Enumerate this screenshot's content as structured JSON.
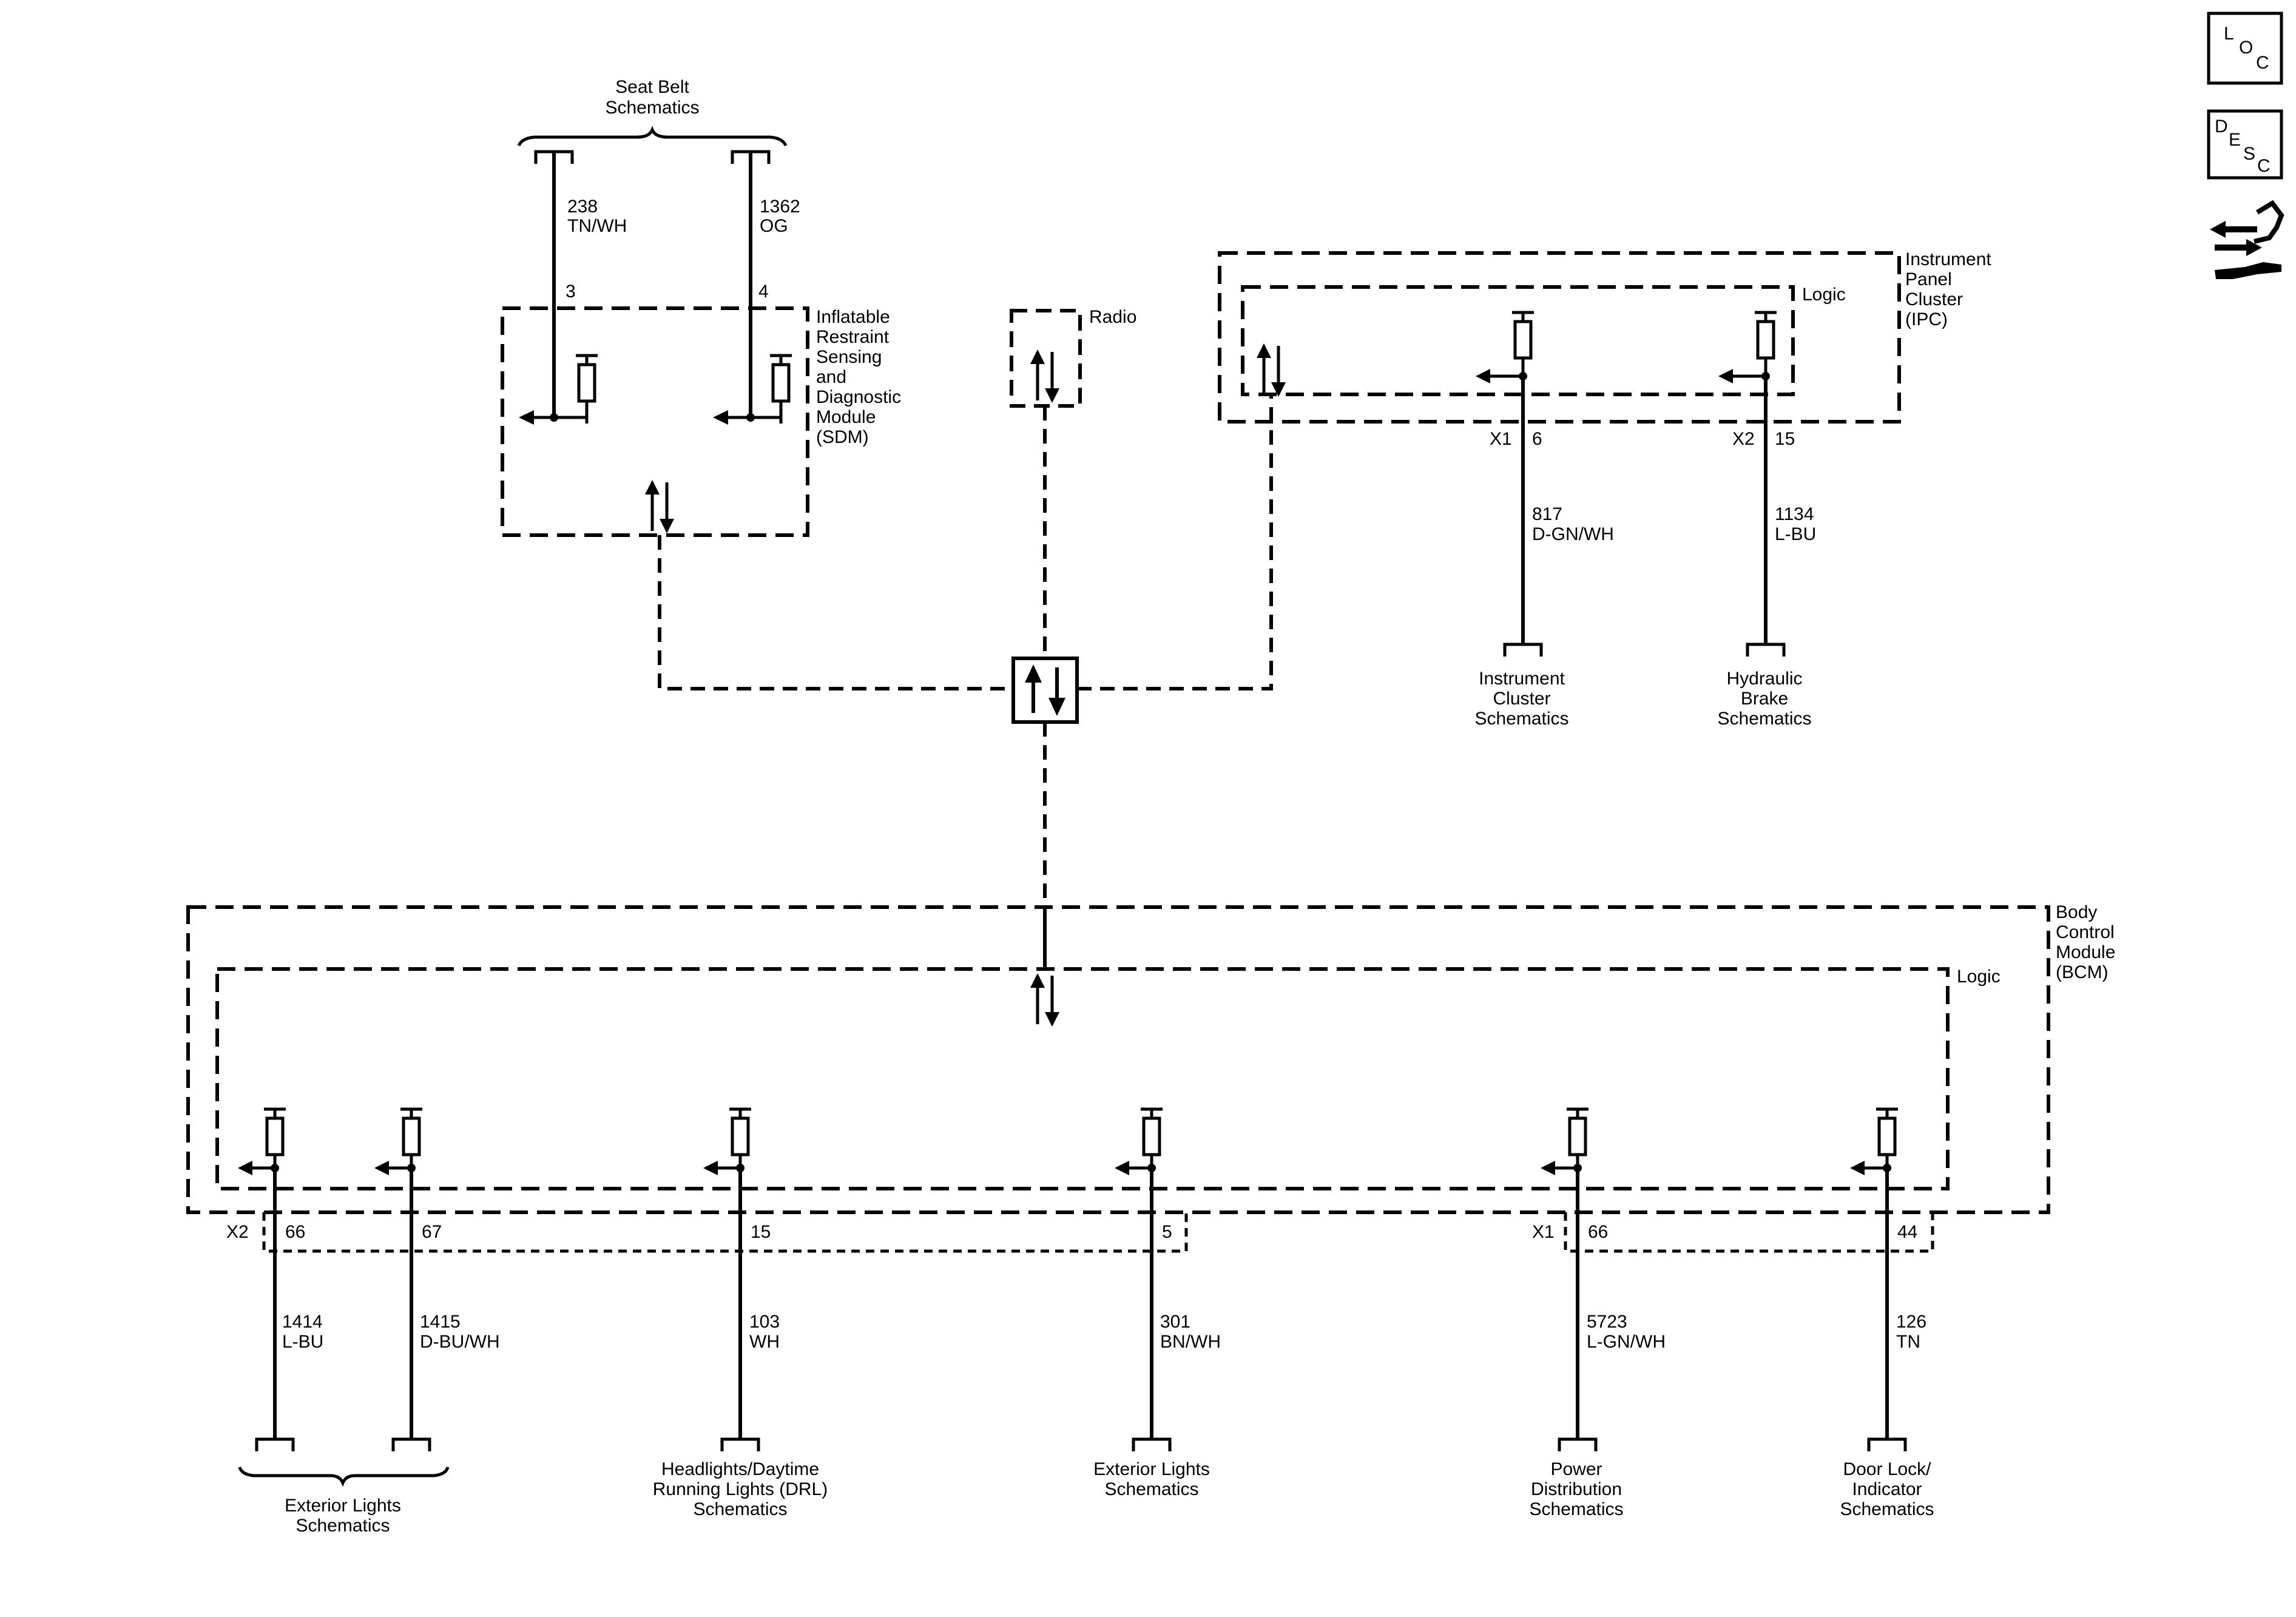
{
  "seat_belt": {
    "line1": "Seat Belt",
    "line2": "Schematics"
  },
  "sdm": {
    "label": [
      "Inflatable",
      "Restraint",
      "Sensing",
      "and",
      "Diagnostic",
      "Module",
      "(SDM)"
    ],
    "circuits": [
      {
        "pin": "3",
        "circuit": "238",
        "color": "TN/WH"
      },
      {
        "pin": "4",
        "circuit": "1362",
        "color": "OG"
      }
    ]
  },
  "radio": {
    "label": "Radio"
  },
  "ipc": {
    "label": [
      "Instrument",
      "Panel",
      "Cluster",
      "(IPC)"
    ],
    "logic": "Logic",
    "circuits": [
      {
        "connector": "X1",
        "pin": "6",
        "circuit": "817",
        "color": "D-GN/WH",
        "dest": [
          "Instrument",
          "Cluster",
          "Schematics"
        ]
      },
      {
        "connector": "X2",
        "pin": "15",
        "circuit": "1134",
        "color": "L-BU",
        "dest": [
          "Hydraulic",
          "Brake",
          "Schematics"
        ]
      }
    ]
  },
  "bcm": {
    "label": [
      "Body",
      "Control",
      "Module",
      "(BCM)"
    ],
    "logic": "Logic",
    "connectors": {
      "x2": "X2",
      "x1": "X1"
    },
    "circuits": [
      {
        "pin": "66",
        "circuit": "1414",
        "color": "L-BU"
      },
      {
        "pin": "67",
        "circuit": "1415",
        "color": "D-BU/WH"
      },
      {
        "pin": "15",
        "circuit": "103",
        "color": "WH"
      },
      {
        "pin": "5",
        "circuit": "301",
        "color": "BN/WH"
      },
      {
        "pin": "66",
        "circuit": "5723",
        "color": "L-GN/WH"
      },
      {
        "pin": "44",
        "circuit": "126",
        "color": "TN"
      }
    ],
    "destinations": [
      [
        "Exterior Lights",
        "Schematics"
      ],
      [
        "Headlights/Daytime",
        "Running Lights (DRL)",
        "Schematics"
      ],
      [
        "Exterior Lights",
        "Schematics"
      ],
      [
        "Power",
        "Distribution",
        "Schematics"
      ],
      [
        "Door Lock/",
        "Indicator",
        "Schematics"
      ]
    ]
  },
  "side_icons": {
    "loc": {
      "l": "L",
      "o": "O",
      "c": "C",
      "icon": "loc-icon"
    },
    "desc": {
      "d": "D",
      "e": "E",
      "s": "S",
      "c": "C",
      "icon": "desc-icon"
    },
    "connector_icon": "connector-tool-icon"
  }
}
